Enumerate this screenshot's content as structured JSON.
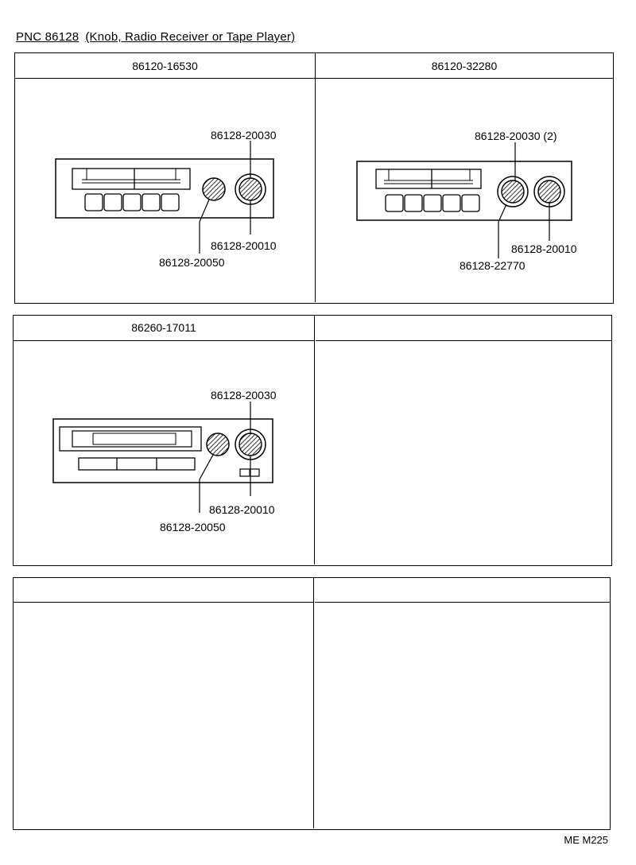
{
  "header": {
    "pnc": "PNC 86128",
    "description": "(Knob, Radio Receiver or Tape Player)"
  },
  "panels": [
    {
      "left": {
        "model": "86120-16530",
        "callouts": [
          "86128-20030",
          "86128-20010",
          "86128-20050"
        ]
      },
      "right": {
        "model": "86120-32280",
        "callouts": [
          "86128-20030 (2)",
          "86128-20010",
          "86128-22770"
        ]
      }
    },
    {
      "left": {
        "model": "86260-17011",
        "callouts": [
          "86128-20030",
          "86128-20010",
          "86128-20050"
        ]
      },
      "right": {
        "model": ""
      }
    },
    {
      "left": {
        "model": ""
      },
      "right": {
        "model": ""
      }
    }
  ],
  "footer": {
    "page_code": "ME M225"
  }
}
